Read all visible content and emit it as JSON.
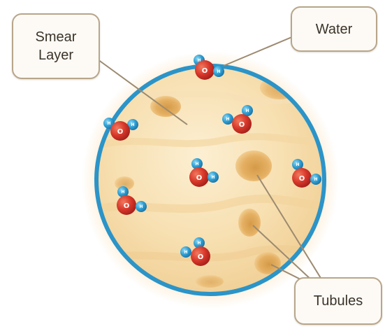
{
  "labels": {
    "smear_layer_line1": "Smear",
    "smear_layer_line2": "Layer",
    "water": "Water",
    "tubules": "Tubules"
  },
  "molecule_symbols": {
    "hydrogen": "H",
    "oxygen": "O"
  },
  "colors": {
    "circle_border": "#2b94c8",
    "dentin_fill": "#f7dfb0",
    "tubule_opening": "#e5b063",
    "leader_line": "#9c8a70",
    "oxygen": "#d8372a",
    "hydrogen": "#2e9fd4",
    "callout_border": "#b8a68a"
  }
}
